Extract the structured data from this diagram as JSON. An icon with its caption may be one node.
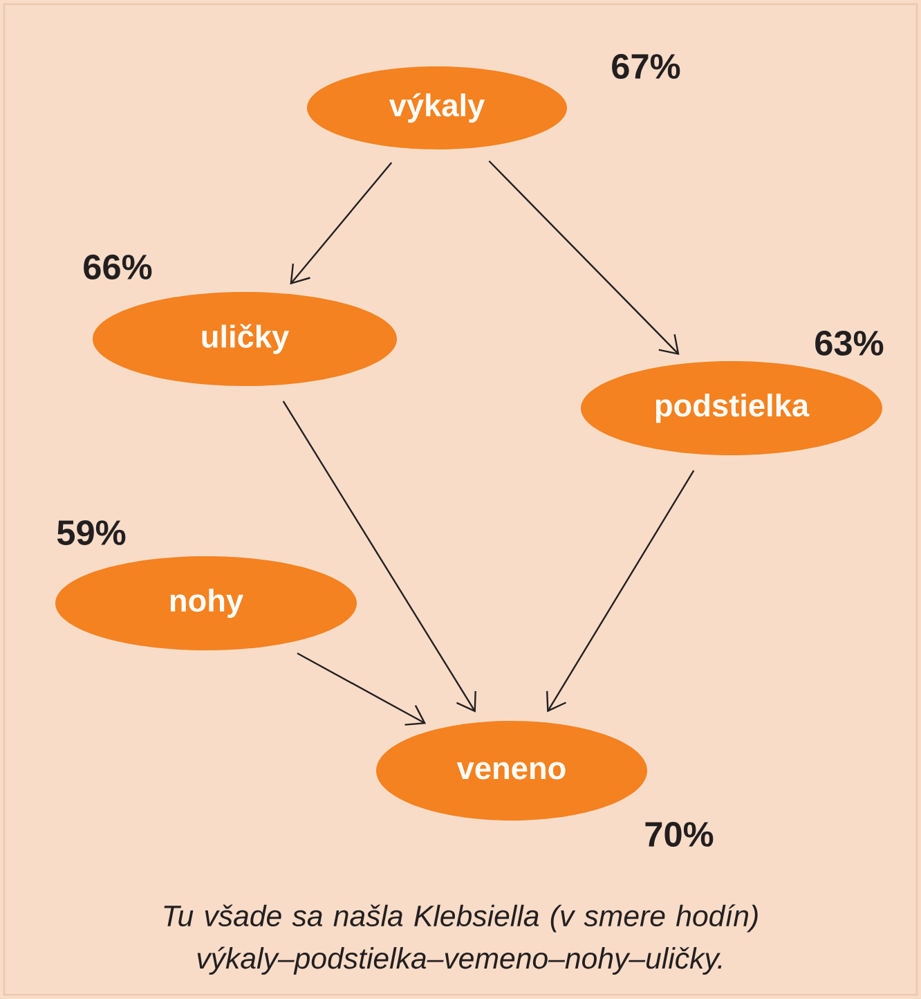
{
  "diagram": {
    "caption": "Tu všade sa našla Klebsiella (v smere hodín) výkaly–podstielka–vemeno–nohy–uličky.",
    "nodes": [
      {
        "text": [
          "výkaly"
        ],
        "beside": [
          "67%"
        ]
      },
      {
        "text": [
          "uličky"
        ],
        "beside": [
          "66%"
        ]
      },
      {
        "text": [
          "podstielka"
        ],
        "beside": [
          "63%"
        ]
      },
      {
        "text": [
          "nohy"
        ],
        "beside": [
          "59%"
        ]
      },
      {
        "text": [
          "veneno"
        ],
        "beside": [
          "70%"
        ]
      }
    ],
    "edges": [
      {
        "from": 0,
        "to": 1,
        "arrow": "to"
      },
      {
        "from": 0,
        "to": 2,
        "arrow": "to"
      },
      {
        "from": 1,
        "to": 4,
        "arrow": "to"
      },
      {
        "from": 2,
        "to": 4,
        "arrow": "to"
      },
      {
        "from": 3,
        "to": 4,
        "arrow": "to"
      }
    ]
  }
}
